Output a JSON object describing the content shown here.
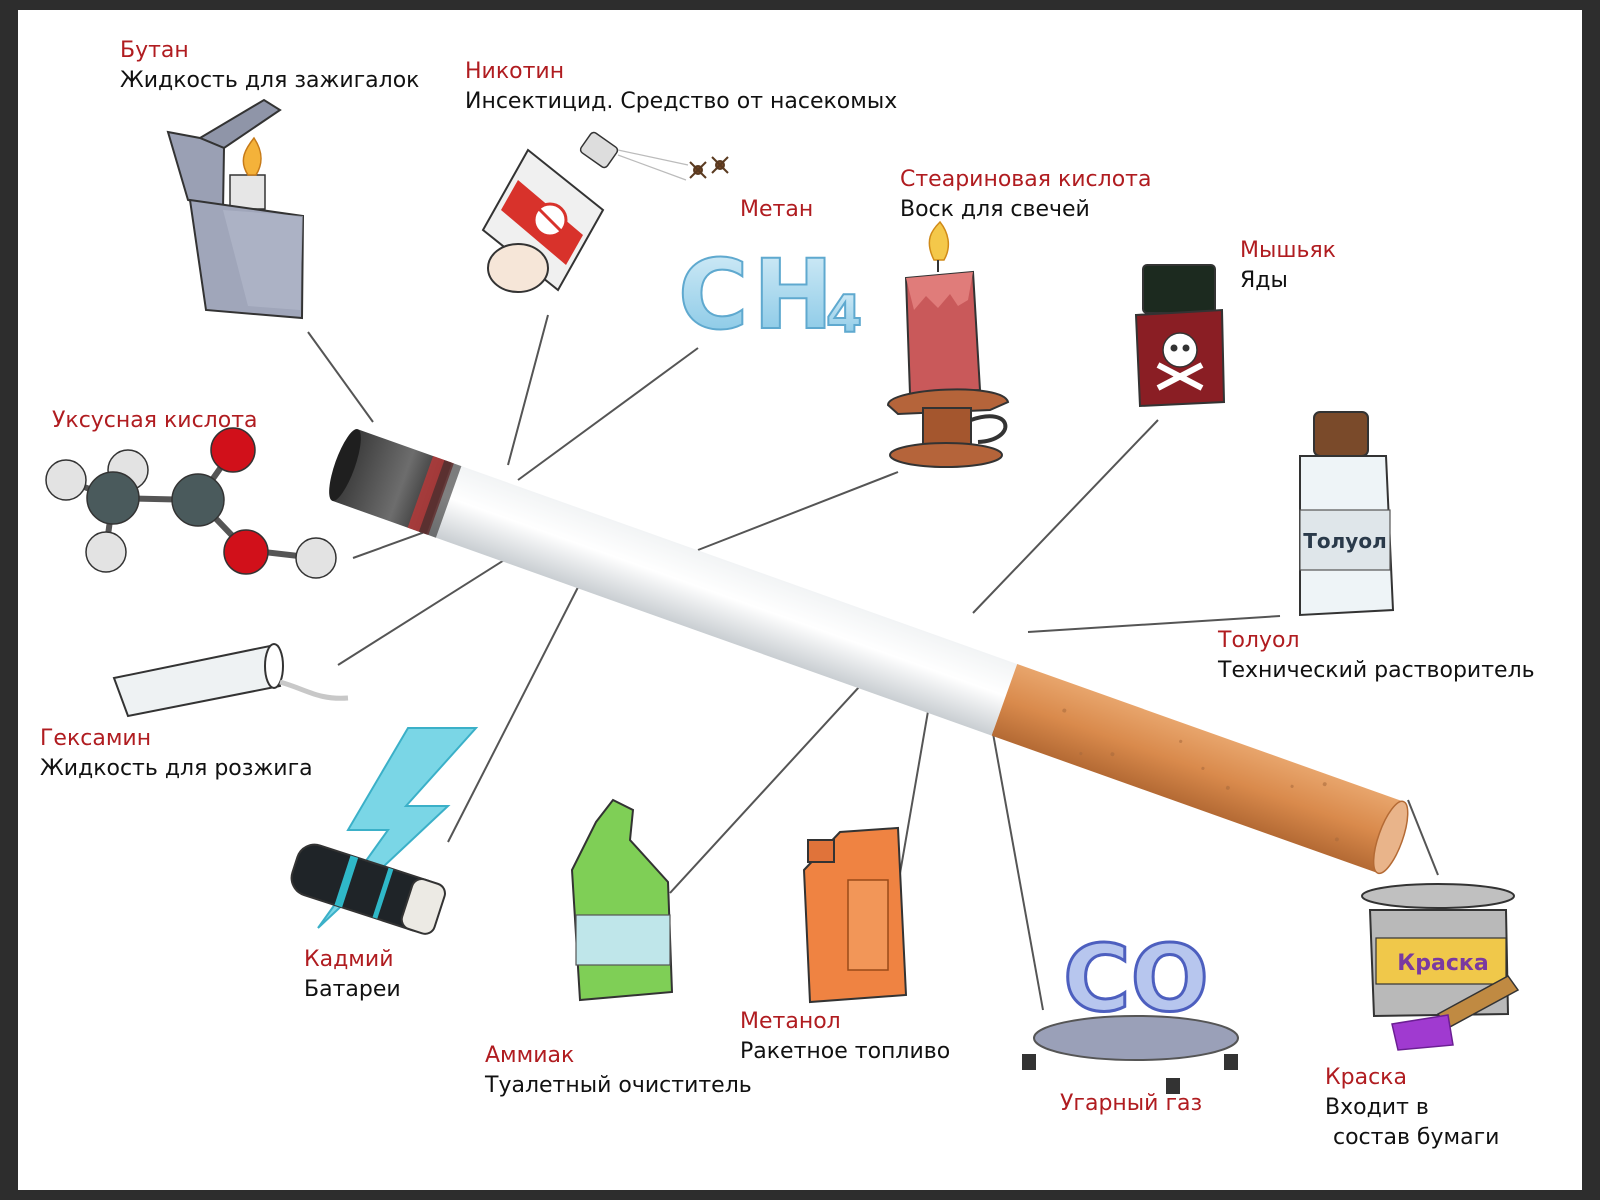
{
  "colors": {
    "name": "#b01c20",
    "desc": "#111111",
    "frame": "#2d2d2d",
    "background": "#ffffff"
  },
  "items": [
    {
      "name": "Бутан",
      "desc": "Жидкость для зажигалок",
      "icon": "lighter-icon"
    },
    {
      "name": "Никотин",
      "desc": "Инсектицид. Средство от насекомых",
      "icon": "spray-can-icon"
    },
    {
      "name": "Метан",
      "desc": "",
      "icon": "ch4-formula-icon"
    },
    {
      "name": "Стеариновая кислота",
      "desc": "Воск для свечей",
      "icon": "candle-icon"
    },
    {
      "name": "Мышьяк",
      "desc": "Яды",
      "icon": "poison-bottle-icon"
    },
    {
      "name": "Уксусная кислота",
      "desc": "",
      "icon": "molecule-icon"
    },
    {
      "name": "Толуол",
      "desc": "Технический растворитель",
      "icon": "solvent-bottle-icon"
    },
    {
      "name": "Гексамин",
      "desc": "Жидкость для розжига",
      "icon": "test-tube-icon"
    },
    {
      "name": "Кадмий",
      "desc": "Батареи",
      "icon": "battery-icon"
    },
    {
      "name": "Аммиак",
      "desc": "Туалетный очиститель",
      "icon": "cleaner-bottle-icon"
    },
    {
      "name": "Метанол",
      "desc": "Ракетное топливо",
      "icon": "jerrycan-icon"
    },
    {
      "name": "Угарный газ",
      "desc": "",
      "icon": "gas-flame-icon"
    },
    {
      "name": "Краска",
      "desc": "Входит в",
      "desc2": "состав бумаги",
      "icon": "paint-can-icon"
    }
  ],
  "art_text": {
    "ch4_c": "C",
    "ch4_h": "H",
    "ch4_sub": "4",
    "toluene_label": "Толуол",
    "paint_label": "Краска",
    "co_formula": "CO"
  }
}
